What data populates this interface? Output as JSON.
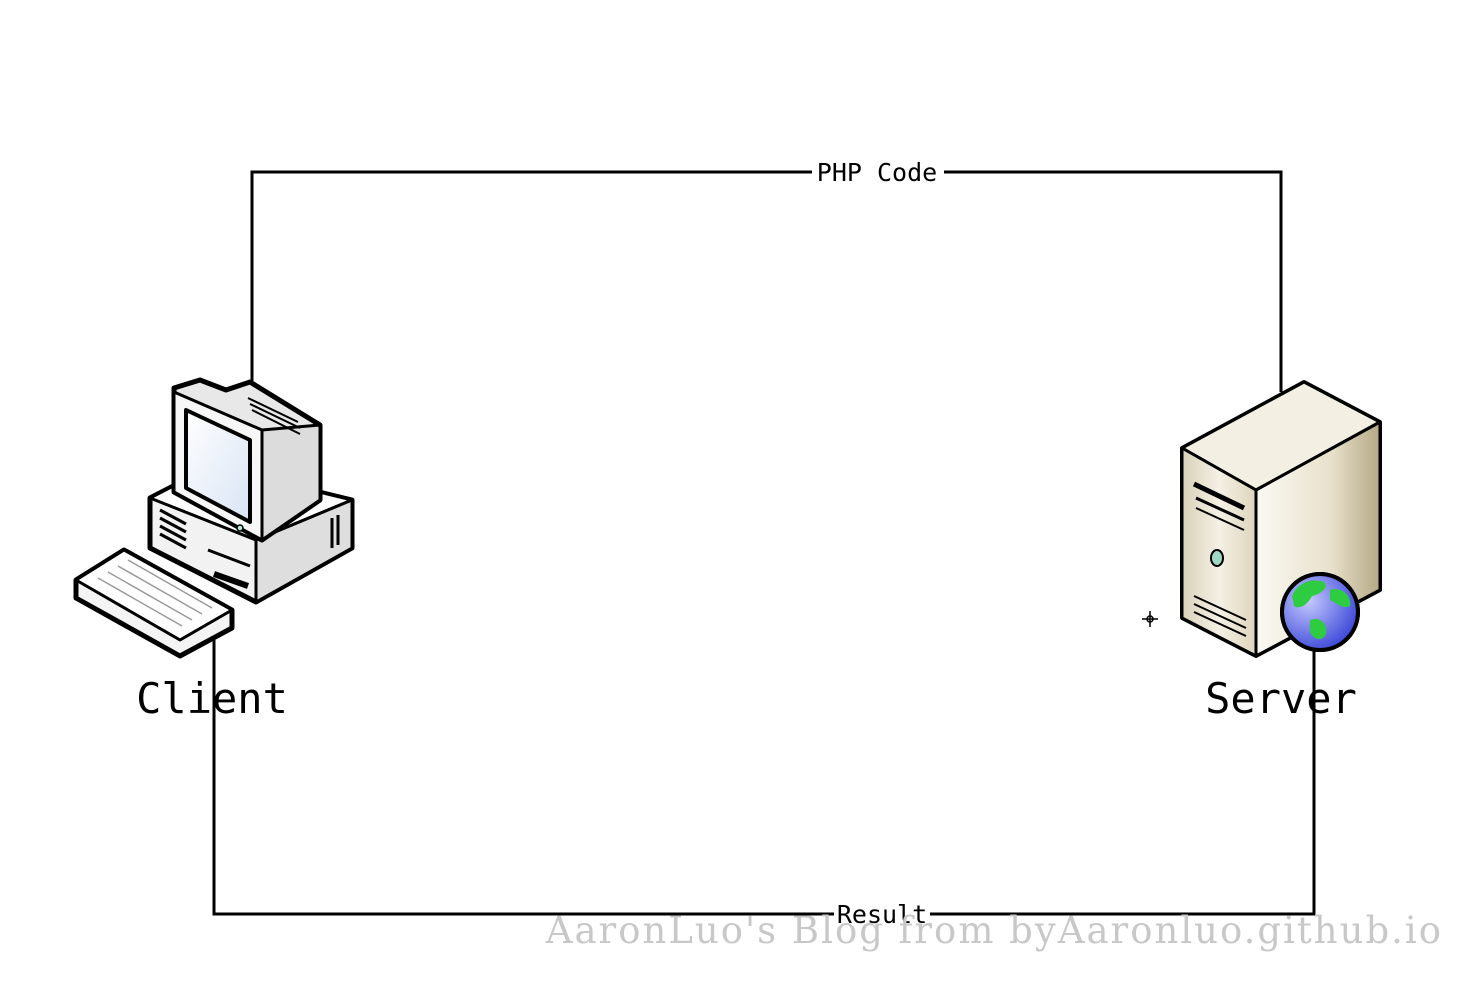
{
  "diagram": {
    "nodes": [
      {
        "id": "client",
        "label": "Client",
        "icon": "desktop-computer-icon"
      },
      {
        "id": "server",
        "label": "Server",
        "icon": "web-server-icon"
      }
    ],
    "edges": [
      {
        "from": "client",
        "to": "server",
        "label": "PHP Code"
      },
      {
        "from": "server",
        "to": "client",
        "label": "Result"
      }
    ]
  },
  "watermark": "AaronLuo's Blog from byAaronluo.github.io",
  "colors": {
    "line": "#000000",
    "watermark": "#c8c8c8",
    "globe_land": "#2ecc40",
    "globe_water": "#4a5ae8",
    "server_body": "#e9e3d0"
  }
}
